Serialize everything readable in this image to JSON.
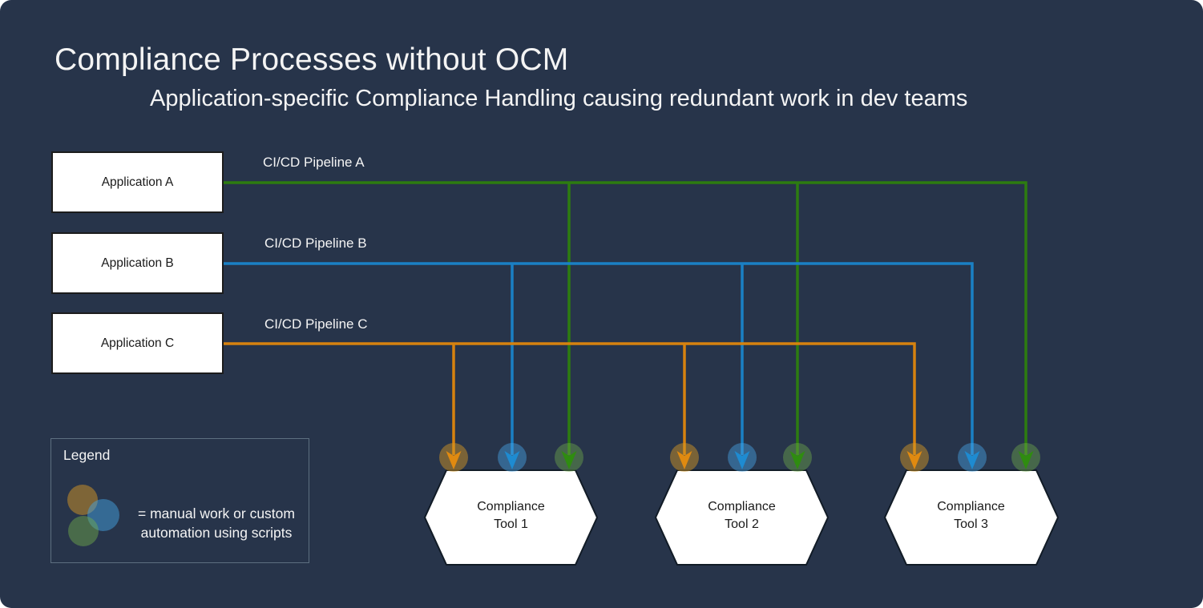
{
  "title": "Compliance Processes without OCM",
  "subtitle": "Application-specific Compliance Handling causing redundant work in dev teams",
  "applications": [
    {
      "label": "Application A"
    },
    {
      "label": "Application B"
    },
    {
      "label": "Application C"
    }
  ],
  "pipelines": [
    {
      "label": "CI/CD Pipeline A",
      "color": "#2d7c10"
    },
    {
      "label": "CI/CD Pipeline B",
      "color": "#1a80c4"
    },
    {
      "label": "CI/CD Pipeline C",
      "color": "#d6820f"
    }
  ],
  "tools": [
    {
      "line1": "Compliance",
      "line2": "Tool 1"
    },
    {
      "line1": "Compliance",
      "line2": "Tool 2"
    },
    {
      "line1": "Compliance",
      "line2": "Tool 3"
    }
  ],
  "legend": {
    "title": "Legend",
    "description_line1": "= manual work or custom",
    "description_line2": "automation using scripts"
  },
  "colors": {
    "background": "#27344a",
    "pipeline_a_green": "#2d7c10",
    "pipeline_b_blue": "#1a80c4",
    "pipeline_c_orange": "#d6820f",
    "node_fill": "#ffffff",
    "node_border": "#1c1c1c",
    "text_light": "#f4f4f4",
    "text_dark": "#1a1a1a",
    "legend_border": "#5d6f80"
  }
}
